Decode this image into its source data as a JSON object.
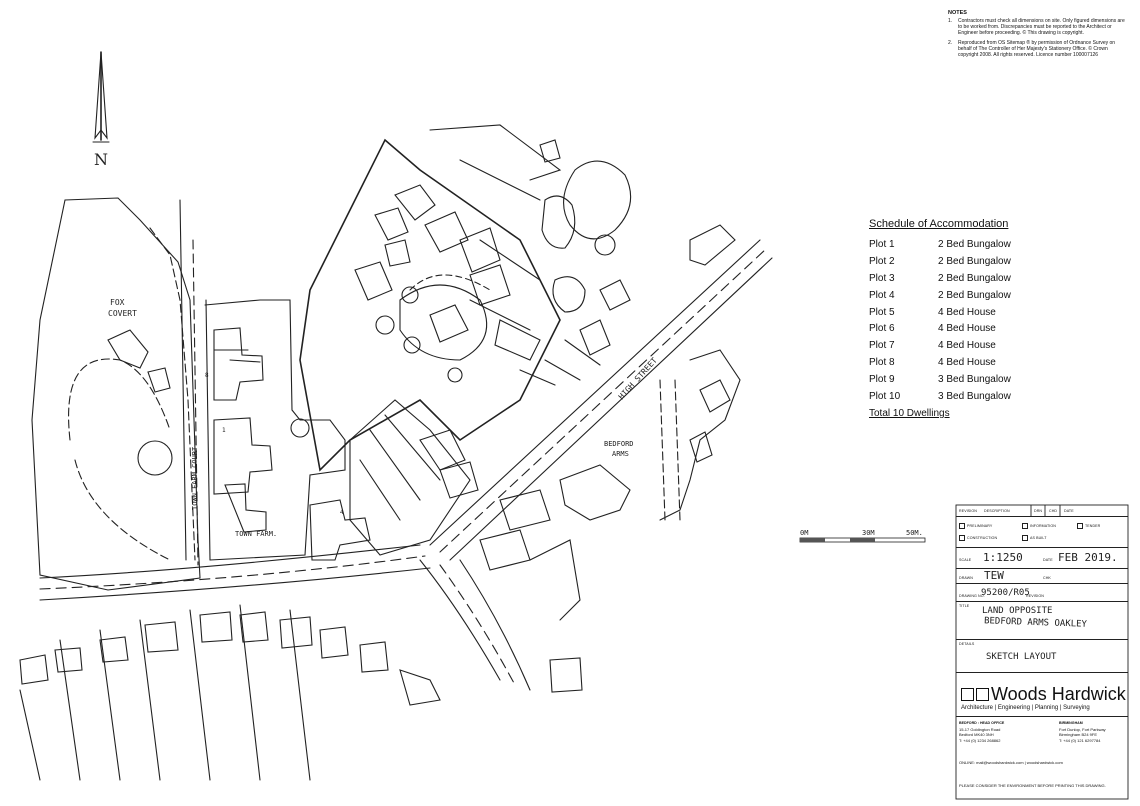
{
  "notes": {
    "heading": "NOTES",
    "items": [
      {
        "num": "1.",
        "text": "Contractors must check all dimensions on site. Only figured dimensions are to be worked from. Discrepancies must be reported to the Architect or Engineer before proceeding. © This drawing is copyright."
      },
      {
        "num": "2.",
        "text": "Reproduced from OS Sitemap ® by permission of Ordnance Survey on behalf of The Controller of Her Majesty's Stationery Office. © Crown copyright 2008. All rights reserved. Licence number 100007126"
      }
    ]
  },
  "north_label": "N",
  "map_labels": {
    "fox_covert_1": "FOX",
    "fox_covert_2": "COVERT",
    "town_farm_court": "TOWN FARM COURT",
    "town_farm": "TOWN FARM.",
    "high_street": "HIGH STREET",
    "bedford_1": "BEDFORD",
    "bedford_2": "ARMS",
    "num_8": "8",
    "num_1": "1",
    "num_4": "4"
  },
  "schedule": {
    "title": "Schedule of Accommodation",
    "rows": [
      {
        "plot": "Plot 1",
        "type": "2 Bed Bungalow"
      },
      {
        "plot": "Plot 2",
        "type": "2 Bed Bungalow"
      },
      {
        "plot": "Plot 3",
        "type": "2 Bed Bungalow"
      },
      {
        "plot": "Plot 4",
        "type": "2 Bed Bungalow"
      },
      {
        "plot": "Plot 5",
        "type": "4 Bed House"
      },
      {
        "plot": "Plot 6",
        "type": "4 Bed House"
      },
      {
        "plot": "Plot 7",
        "type": "4 Bed House"
      },
      {
        "plot": "Plot 8",
        "type": "4 Bed House"
      },
      {
        "plot": "Plot 9",
        "type": "3 Bed Bungalow"
      },
      {
        "plot": "Plot 10",
        "type": "3 Bed Bungalow"
      }
    ],
    "total": "Total 10 Dwellings"
  },
  "scale_bar": {
    "start": "0M",
    "mid": "30M",
    "end": "50M."
  },
  "title_block": {
    "revision": "REVISION",
    "description": "DESCRIPTION",
    "drn": "DRN",
    "chd": "CHD",
    "date": "DATE",
    "preliminary": "PRELIMINARY",
    "information": "INFORMATION",
    "tender": "TENDER",
    "construction": "CONSTRUCTION",
    "as_built": "AS BUILT",
    "scale_label": "SCALE",
    "scale_value": "1:1250",
    "date_label": "DATE",
    "date_value": "FEB 2019.",
    "drawn_label": "DRAWN",
    "drawn_value": "TEW",
    "chk_label": "CHK",
    "drawing_no_label": "DRAWING NO.",
    "drawing_no_value": "95200/R05",
    "revision_label": "REVISION",
    "title_label": "TITLE",
    "title_line1": "LAND OPPOSITE",
    "title_line2": "BEDFORD ARMS OAKLEY",
    "details_label": "DETAILS",
    "details_value": "SKETCH LAYOUT",
    "company": "Woods Hardwick",
    "company_sub": "Architecture | Engineering | Planning | Surveying",
    "office1_head": "BEDFORD : HEAD OFFICE",
    "office1_lines": [
      "15-17 Goldington Road",
      "Bedford MK40 3NH",
      "T: +44 (0) 1234 268862"
    ],
    "office2_head": "BIRMINGHAM",
    "office2_lines": [
      "Fort Dunlop, Fort Parkway",
      "Birmingham B24 9FE",
      "T: +44 (0) 121 6297784"
    ],
    "online": "ONLINE: mail@woodshardwick.com | woodshardwick.com",
    "footer": "PLEASE CONSIDER THE ENVIRONMENT BEFORE PRINTING THIS DRAWING."
  }
}
